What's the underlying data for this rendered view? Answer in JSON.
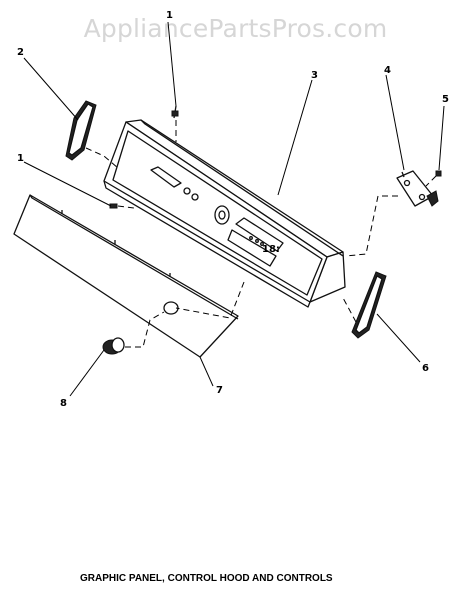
{
  "watermark": "AppliancePartsPros.com",
  "caption": "GRAPHIC PANEL, CONTROL HOOD AND CONTROLS",
  "callouts": {
    "c1_top": "1",
    "c2": "2",
    "c3": "3",
    "c4": "4",
    "c5": "5",
    "c1_left": "1",
    "c6": "6",
    "c7": "7",
    "c8": "8"
  },
  "panel_display": "18:"
}
